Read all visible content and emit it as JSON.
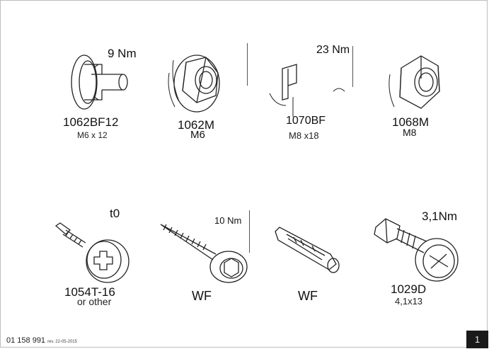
{
  "items": [
    {
      "code": "1062BF12",
      "dims": "M6 x 12",
      "torque": "9 Nm",
      "icon": "flange-bolt-icon"
    },
    {
      "code": "1062M",
      "dims": "M6",
      "torque": "",
      "icon": "flange-nut-icon"
    },
    {
      "code": "1070BF",
      "dims": "M8 x18",
      "torque": "23 Nm",
      "icon": "bracket-bolt-icon"
    },
    {
      "code": "1068M",
      "dims": "M8",
      "torque": "",
      "icon": "hex-nut-icon"
    },
    {
      "code": "1054T-16",
      "dims": "or other",
      "torque": "t0",
      "icon": "self-drilling-screw-icon"
    },
    {
      "code": "WF",
      "dims": "",
      "torque": "10 Nm",
      "icon": "wood-screw-washer-icon"
    },
    {
      "code": "WF",
      "dims": "",
      "torque": "",
      "icon": "wall-plug-icon"
    },
    {
      "code": "1029D",
      "dims": "4,1x13",
      "torque": "3,1Nm",
      "icon": "pan-head-screw-icon"
    }
  ],
  "footer": {
    "doc_number": "01 158 991",
    "revision": "rev. 22-05-2015",
    "page": "1"
  },
  "colors": {
    "line": "#222222",
    "page_box": "#1a1a1a"
  }
}
